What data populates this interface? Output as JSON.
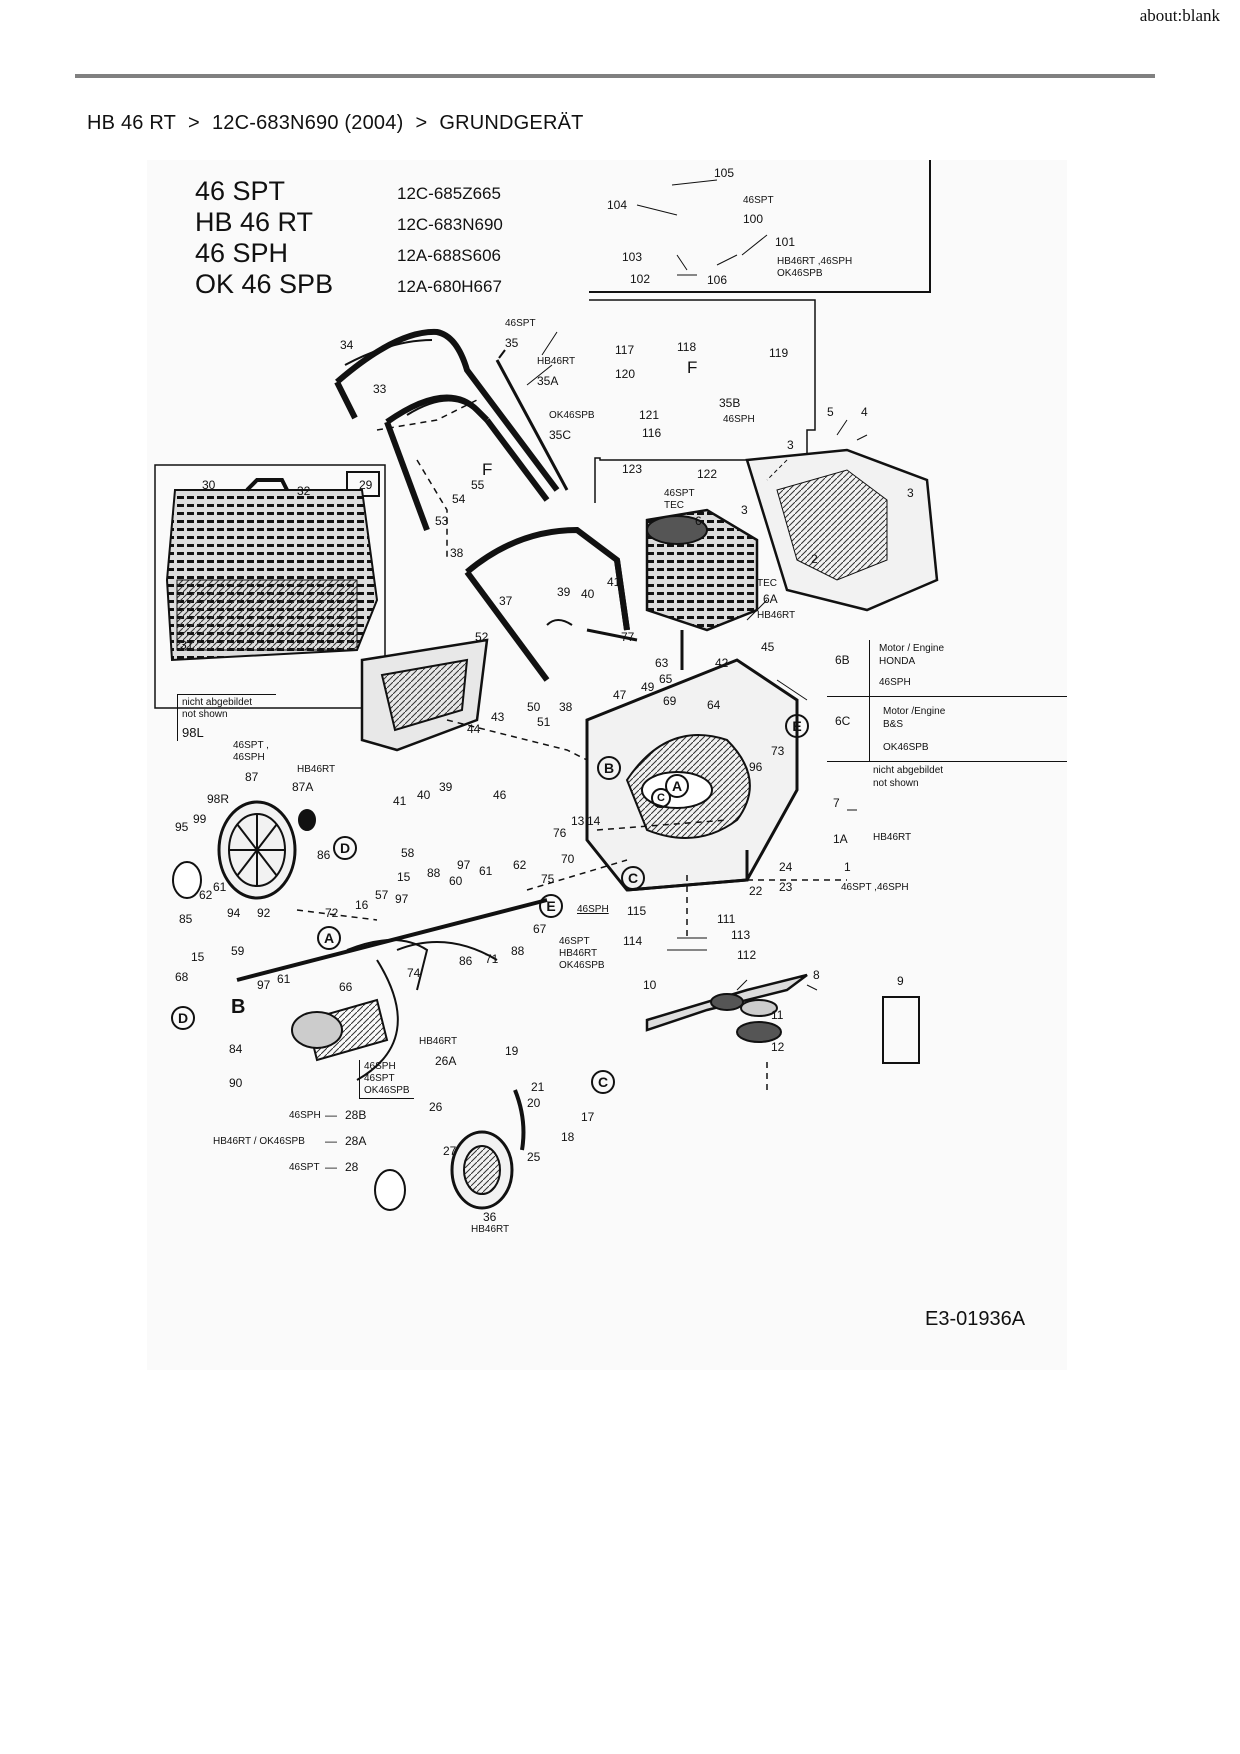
{
  "browser": {
    "url": "about:blank"
  },
  "breadcrumb": {
    "items": [
      "HB 46 RT",
      "12C-683N690 (2004)",
      "GRUNDGERÄT"
    ],
    "separator": ">"
  },
  "diagram": {
    "models": [
      {
        "name": "46 SPT",
        "code": "12C-685Z665"
      },
      {
        "name": "HB 46 RT",
        "code": "12C-683N690"
      },
      {
        "name": "46 SPH",
        "code": "12A-688S606"
      },
      {
        "name": "OK 46 SPB",
        "code": "12A-680H667"
      }
    ],
    "drawing_number": "E3-01936A",
    "engine_table": [
      {
        "ref": "6B",
        "desc1": "Motor / Engine",
        "desc2": "HONDA",
        "model": "46SPH"
      },
      {
        "ref": "6C",
        "desc1": "Motor /Engine",
        "desc2": "B&S",
        "model": "OK46SPB"
      }
    ],
    "notes": {
      "not_shown_1": "nicht abgebildet",
      "not_shown_2": "not shown"
    },
    "callouts": {
      "c105": "105",
      "c104": "104",
      "c100": "100",
      "c101": "101",
      "c103": "103",
      "c102": "102",
      "c106": "106",
      "m46spt_a": "46SPT",
      "m_hb_46sph": "HB46RT ,46SPH",
      "m_ok_a": "OK46SPB",
      "m46spt_b": "46SPT",
      "c35": "35",
      "m_hb_b": "HB46RT",
      "c35a": "35A",
      "m_ok_b": "OK46SPB",
      "c35c": "35C",
      "c117": "117",
      "c118": "118",
      "c119": "119",
      "c120": "120",
      "c121": "121",
      "c35b": "35B",
      "m_46sph_a": "46SPH",
      "c116": "116",
      "c123": "123",
      "c122": "122",
      "cF1": "F",
      "cF2": "F",
      "c34": "34",
      "c33": "33",
      "c29": "29",
      "c30": "30",
      "c32": "32",
      "c31": "31",
      "c5": "5",
      "c4": "4",
      "c3a": "3",
      "c3b": "3",
      "c3c": "3",
      "c2": "2",
      "m46spt_c": "46SPT",
      "tec1": "TEC",
      "c6": "6",
      "tec2": "TEC",
      "c6a": "6A",
      "m_hb_c": "HB46RT",
      "c55": "55",
      "c54": "54",
      "c53": "53",
      "c38a": "38",
      "c39a": "39",
      "c40a": "40",
      "c41a": "41",
      "c37": "37",
      "c77": "77",
      "c52": "52",
      "c63": "63",
      "c42": "42",
      "c45": "45",
      "c65": "65",
      "c47": "47",
      "c49": "49",
      "c69": "69",
      "c64": "64",
      "c50": "50",
      "c51": "51",
      "c38b": "38",
      "c44": "44",
      "c43": "43",
      "c46": "46",
      "c73": "73",
      "c96": "96",
      "c41b": "41",
      "c40b": "40",
      "c39b": "39",
      "c7": "7",
      "c13": "13",
      "c14": "14",
      "c98l": "98L",
      "m_46spt_46sph": "46SPT ,",
      "m_46sph_b": "46SPH",
      "c87": "87",
      "m_hb_d": "HB46RT",
      "c87a": "87A",
      "c98r": "98R",
      "c95": "95",
      "c99": "99",
      "c86": "86",
      "c62a": "62",
      "c61a": "61",
      "c85": "85",
      "c94": "94",
      "c92": "92",
      "c76": "76",
      "c1a": "1A",
      "m_hb_e": "HB46RT",
      "c1": "1",
      "m_46spt_sph": "46SPT ,46SPH",
      "c58": "58",
      "c88a": "88",
      "c97a": "97",
      "c60": "60",
      "c61b": "61",
      "c62b": "62",
      "c70": "70",
      "c75": "75",
      "c15a": "15",
      "c57": "57",
      "c97b": "97",
      "c16": "16",
      "c72": "72",
      "c67": "67",
      "c86b": "86",
      "c71": "71",
      "c88b": "88",
      "c74": "74",
      "c24": "24",
      "c23": "23",
      "c22": "22",
      "m_46sph_c": "46SPH",
      "c115": "115",
      "c111": "111",
      "c114": "114",
      "c113": "113",
      "c112": "112",
      "m_46spt_d": "46SPT",
      "m_hb_f": "HB46RT",
      "m_ok_c": "OK46SPB",
      "c15b": "15",
      "c59": "59",
      "c68": "68",
      "c97c": "97",
      "c61c": "61",
      "c66": "66",
      "c84": "84",
      "c90": "90",
      "c10": "10",
      "c8": "8",
      "c9": "9",
      "c11": "11",
      "c12": "12",
      "m_hb_g": "HB46RT",
      "c26a": "26A",
      "c19": "19",
      "c21": "21",
      "c20": "20",
      "c17": "17",
      "c18": "18",
      "c25": "25",
      "m_46sph_d": "46SPH",
      "m_46spt_e": "46SPT",
      "m_ok_d": "OK46SPB",
      "c26": "26",
      "l_46sph": "46SPH",
      "c28b": "28B",
      "l_hb_ok": "HB46RT / OK46SPB",
      "c28a": "28A",
      "l_46spt": "46SPT",
      "c28": "28",
      "c27": "27",
      "c36": "36",
      "m_hb_h": "HB46RT",
      "circA1": "A",
      "circA2": "A",
      "circB1": "B",
      "circB2": "B",
      "circC1": "C",
      "circC2": "C",
      "circC3": "C",
      "circD1": "D",
      "circD2": "D",
      "circE1": "E",
      "circE2": "E"
    }
  }
}
